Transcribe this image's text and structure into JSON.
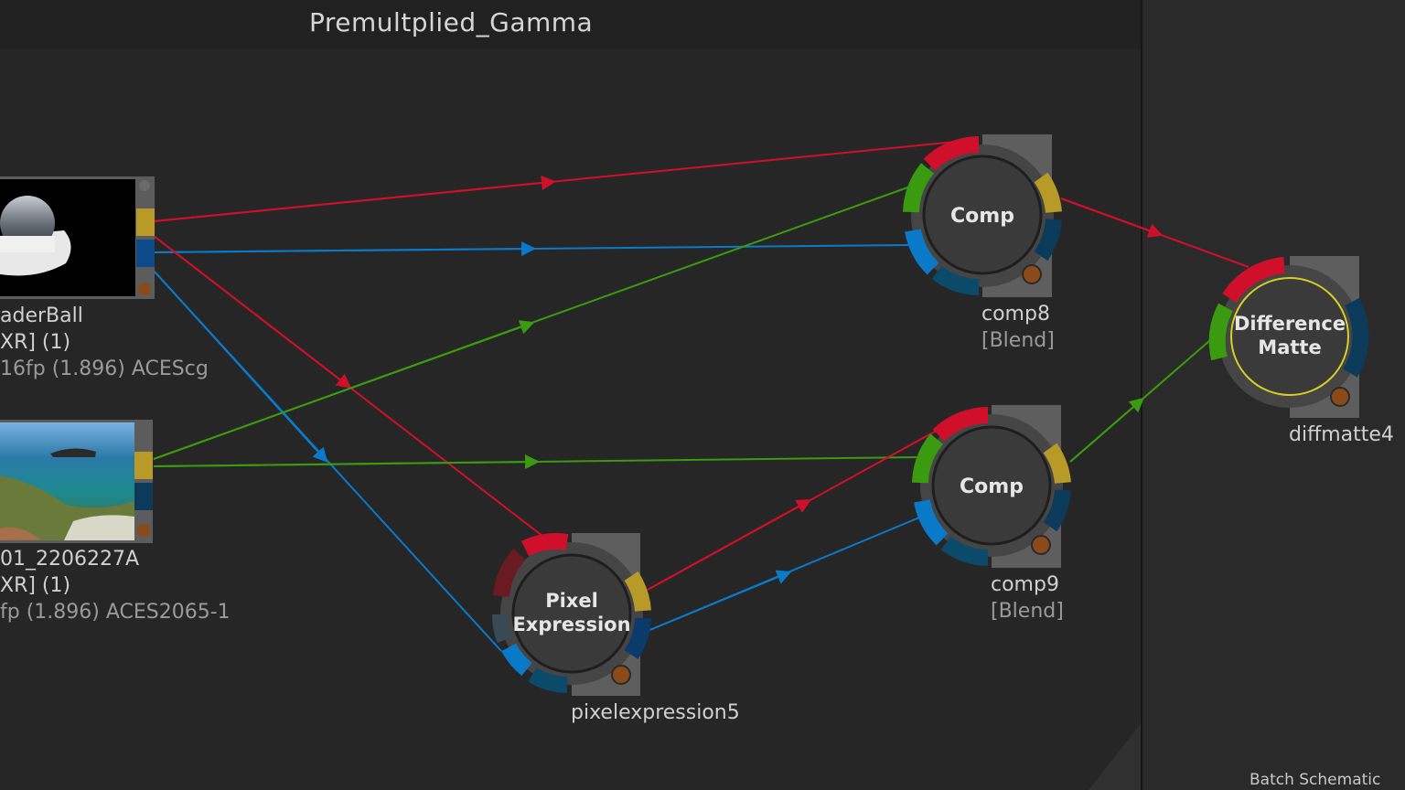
{
  "group": {
    "title": "Premultplied_Gamma"
  },
  "nodes": {
    "clip_ball": {
      "label_lines": [
        "aderBall",
        "XR] (1)"
      ],
      "info": "16fp (1.896)  ACEScg"
    },
    "clip_coast": {
      "label_lines": [
        "01_2206227A",
        "XR] (1)"
      ],
      "info": "fp (1.896)  ACES2065-1"
    },
    "comp8": {
      "title": "Comp",
      "name": "comp8",
      "mode": "[Blend]"
    },
    "comp9": {
      "title": "Comp",
      "name": "comp9",
      "mode": "[Blend]"
    },
    "pixelexpression5": {
      "title_lines": [
        "Pixel",
        "Expression"
      ],
      "name": "pixelexpression5"
    },
    "diffmatte4": {
      "title_lines": [
        "Difference",
        "Matte"
      ],
      "name": "diffmatte4"
    }
  },
  "view": {
    "label": "Batch Schematic"
  },
  "colors": {
    "background": "#2a2a2a",
    "group_header": "#222222",
    "link_red": "#d0102a",
    "link_blue": "#0a7ac8",
    "link_green": "#3a9a10",
    "port_yellow": "#b89a28",
    "port_dark_blue": "#0c3a5a",
    "selected_outline": "#d6d020"
  }
}
